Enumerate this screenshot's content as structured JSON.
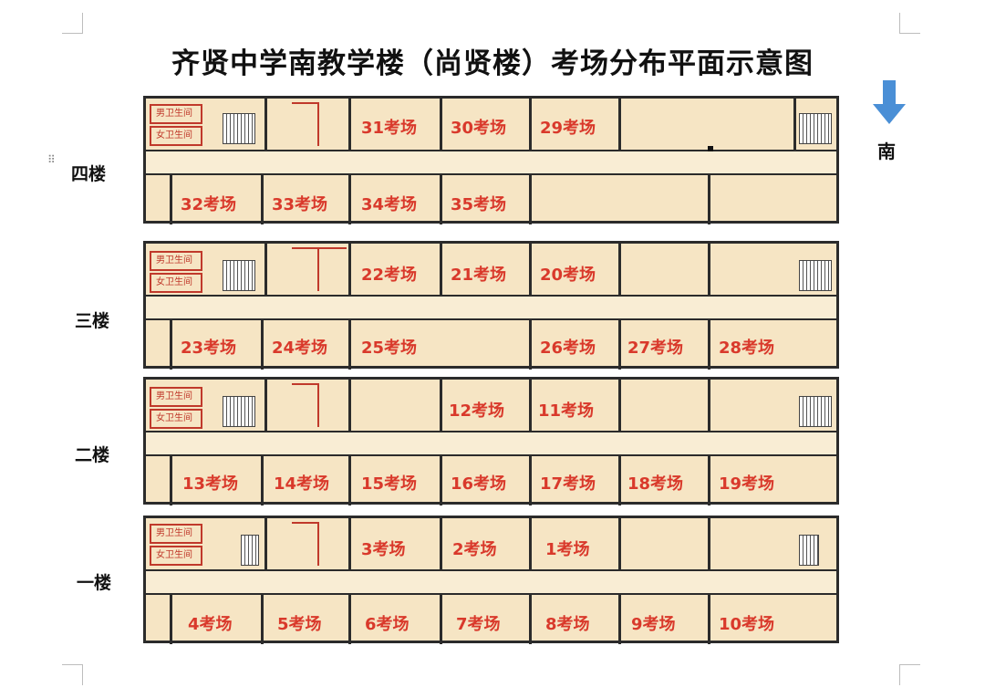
{
  "title": "齐贤中学南教学楼（尚贤楼）考场分布平面示意图",
  "direction": {
    "label": "南",
    "icon": "arrow-down-icon",
    "color": "#4a8fd6"
  },
  "colors": {
    "floor_fill": "#f6e5c4",
    "room_text": "#d9392b",
    "wall": "#2b2b2b"
  },
  "floors": [
    {
      "label": "四楼",
      "restrooms": [
        "男卫生间",
        "女卫生间"
      ],
      "north_rooms": [
        "31考场",
        "30考场",
        "29考场"
      ],
      "south_rooms": [
        "32考场",
        "33考场",
        "34考场",
        "35考场"
      ]
    },
    {
      "label": "三楼",
      "restrooms": [
        "男卫生间",
        "女卫生间"
      ],
      "north_rooms": [
        "22考场",
        "21考场",
        "20考场"
      ],
      "south_rooms": [
        "23考场",
        "24考场",
        "25考场",
        "26考场",
        "27考场",
        "28考场"
      ]
    },
    {
      "label": "二楼",
      "restrooms": [
        "男卫生间",
        "女卫生间"
      ],
      "north_rooms": [
        "12考场",
        "11考场"
      ],
      "south_rooms": [
        "13考场",
        "14考场",
        "15考场",
        "16考场",
        "17考场",
        "18考场",
        "19考场"
      ]
    },
    {
      "label": "一楼",
      "restrooms": [
        "男卫生间",
        "女卫生间"
      ],
      "north_rooms": [
        "3考场",
        "2考场",
        "1考场"
      ],
      "south_rooms": [
        "4考场",
        "5考场",
        "6考场",
        "7考场",
        "8考场",
        "9考场",
        "10考场"
      ]
    }
  ]
}
